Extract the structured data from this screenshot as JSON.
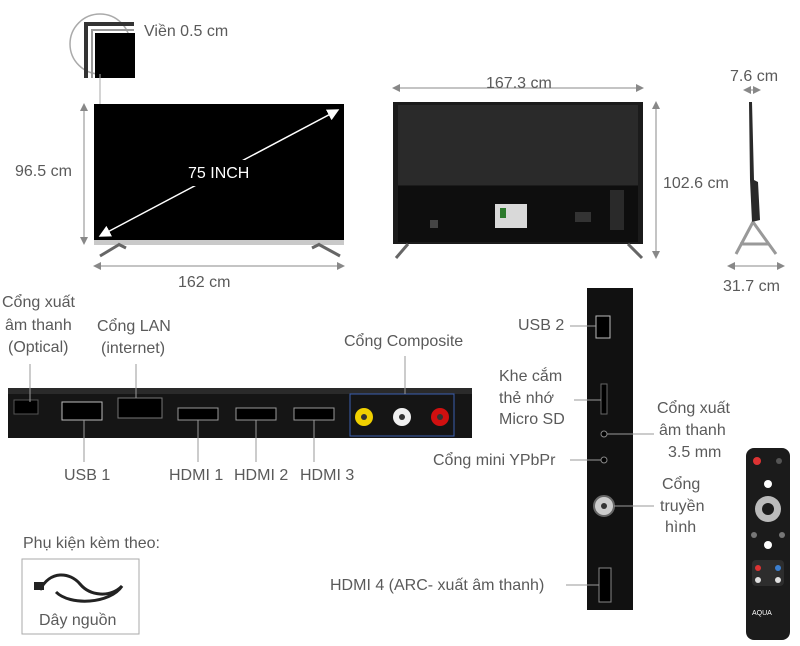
{
  "front": {
    "bezel_label": "Viền 0.5 cm",
    "height_label": "96.5 cm",
    "width_label": "162 cm",
    "screen_label": "75 INCH"
  },
  "back": {
    "width_label": "167.3 cm",
    "height_label": "102.6 cm"
  },
  "side": {
    "depth_label": "7.6 cm",
    "stand_depth_label": "31.7 cm"
  },
  "rear_ports": {
    "optical_label": "Cổng xuất âm thanh (Optical)",
    "optical_line1": "Cổng xuất",
    "optical_line2": "âm thanh",
    "optical_line3": "(Optical)",
    "lan_line1": "Cổng LAN",
    "lan_line2": "(internet)",
    "composite_label": "Cổng Composite",
    "usb1_label": "USB 1",
    "hdmi1_label": "HDMI 1",
    "hdmi2_label": "HDMI 2",
    "hdmi3_label": "HDMI 3"
  },
  "side_ports": {
    "usb2_label": "USB 2",
    "microsd_line1": "Khe cắm",
    "microsd_line2": "thẻ nhớ",
    "microsd_line3": "Micro SD",
    "audio35_line1": "Cổng xuất",
    "audio35_line2": "âm thanh",
    "audio35_line3": "3.5 mm",
    "ypbpr_label": "Cổng mini YPbPr",
    "antenna_line1": "Cổng",
    "antenna_line2": "truyền",
    "antenna_line3": "hình",
    "hdmi4_label": "HDMI 4 (ARC- xuất âm thanh)"
  },
  "accessories": {
    "title": "Phụ kiện kèm theo:",
    "power_cord_label": "Dây nguồn"
  },
  "remote": {
    "brand": "AQUA"
  }
}
